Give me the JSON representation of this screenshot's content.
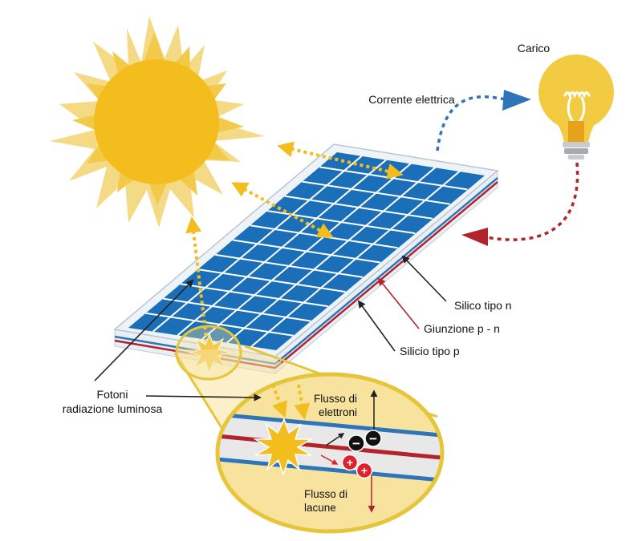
{
  "labels": {
    "load": "Carico",
    "current": "Corrente elettrica",
    "n_type": "Silico tipo n",
    "junction": "Giunzione p - n",
    "p_type": "Silicio tipo p",
    "photons_line1": "Fotoni",
    "photons_line2": "radiazione luminosa",
    "electron_flow_line1": "Flusso di",
    "electron_flow_line2": "elettroni",
    "hole_flow_line1": "Flusso di",
    "hole_flow_line2": "lacune"
  },
  "symbols": {
    "electron": "−",
    "hole": "+"
  },
  "colors": {
    "sun_core": "#F2BD1D",
    "sun_rays": "#F4DA85",
    "panel_cell": "#1B6FB8",
    "panel_frame": "#E9EFF4",
    "n_layer": "#2D75B8",
    "junction": "#B3232B",
    "photon_arrow": "#F2BD1D",
    "current_out": "#2D75B8",
    "current_return": "#B3232B",
    "zoom_fill": "#F7E39E",
    "zoom_outline": "#E7C53A",
    "electron": "#111111",
    "hole": "#E0202B"
  }
}
